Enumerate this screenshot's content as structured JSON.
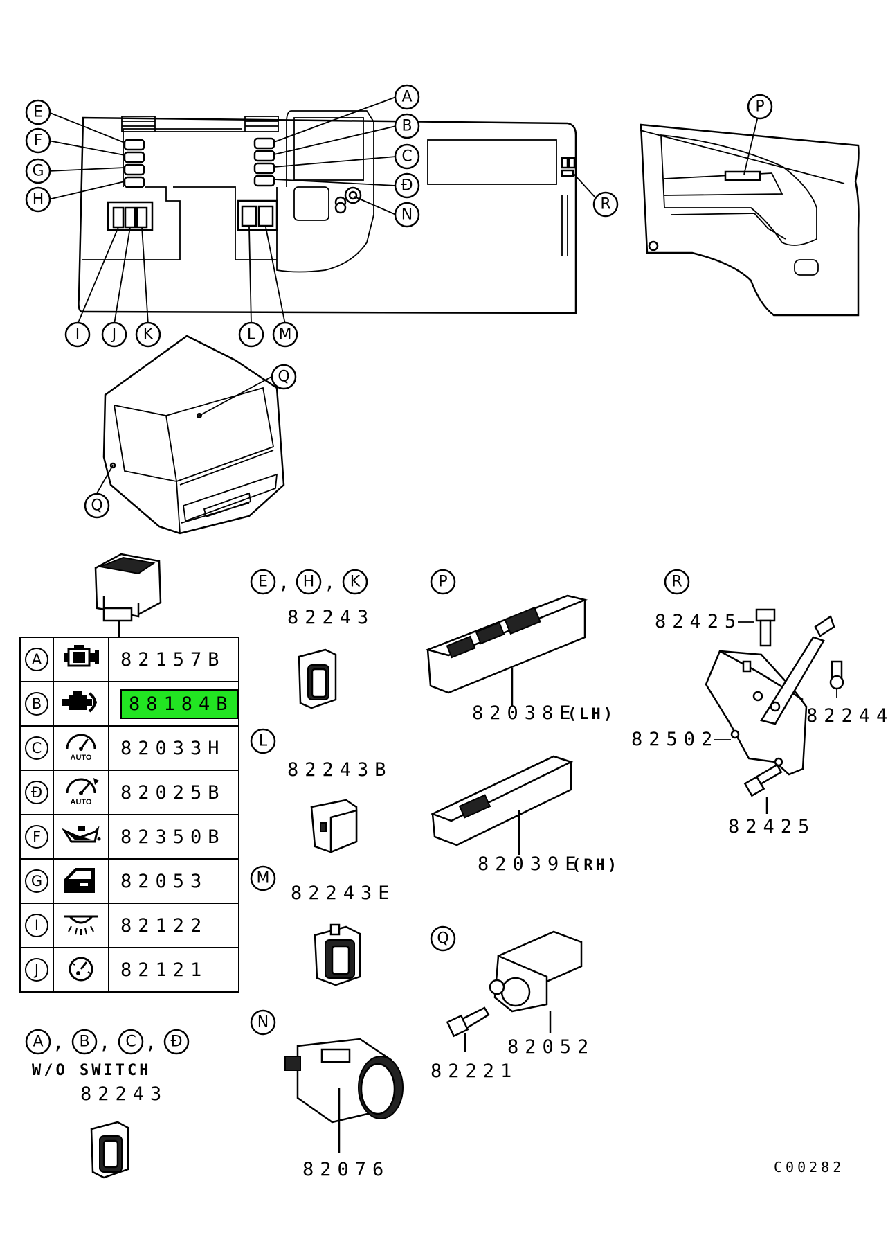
{
  "callouts": {
    "A": "A",
    "B": "B",
    "C": "C",
    "D": "Đ",
    "E": "E",
    "F": "F",
    "G": "G",
    "H": "H",
    "I": "I",
    "J": "J",
    "K": "K",
    "L": "L",
    "M": "M",
    "N": "N",
    "P": "P",
    "Q": "Q",
    "R": "R"
  },
  "legend_rows": [
    {
      "key": "A",
      "icon": "engine-brake-icon",
      "part": "82157B",
      "highlight": false
    },
    {
      "key": "B",
      "icon": "exhaust-brake-icon",
      "part": "88184B",
      "highlight": true
    },
    {
      "key": "C",
      "icon": "auto-cruise-icon",
      "part": "82033H",
      "highlight": false
    },
    {
      "key": "Đ",
      "icon": "auto-cruise-set-icon",
      "part": "82025B",
      "highlight": false
    },
    {
      "key": "F",
      "icon": "oil-can-icon",
      "part": "82350B",
      "highlight": false
    },
    {
      "key": "G",
      "icon": "door-icon",
      "part": "82053",
      "highlight": false
    },
    {
      "key": "I",
      "icon": "room-lamp-icon",
      "part": "82122",
      "highlight": false
    },
    {
      "key": "J",
      "icon": "speedometer-icon",
      "part": "82121",
      "highlight": false
    }
  ],
  "icon_text": {
    "auto": "AUTO"
  },
  "sections": {
    "ehk_header": [
      "E",
      "H",
      "K"
    ],
    "ehk_part": "82243",
    "l_header": "L",
    "l_part": "82243B",
    "m_header": "M",
    "m_part": "82243E",
    "n_header": "N",
    "n_part": "82076",
    "abcd_header": [
      "A",
      "B",
      "C",
      "Đ"
    ],
    "abcd_note": "W/O SWITCH",
    "abcd_part": "82243",
    "p_header": "P",
    "p_part_lh": "82038E",
    "p_lh_tag": "(LH)",
    "p_part_rh": "82039E",
    "p_rh_tag": "(RH)",
    "q_header": "Q",
    "q_part_switch": "82052",
    "q_part_screw": "82221",
    "r_header": "R",
    "r_part_bolt_top": "82425",
    "r_part_bracket": "82502",
    "r_part_clip": "82244",
    "r_part_bolt_bottom": "82425"
  },
  "footer_code": "C00282",
  "colors": {
    "highlight": "#22e522",
    "line": "#000000"
  }
}
